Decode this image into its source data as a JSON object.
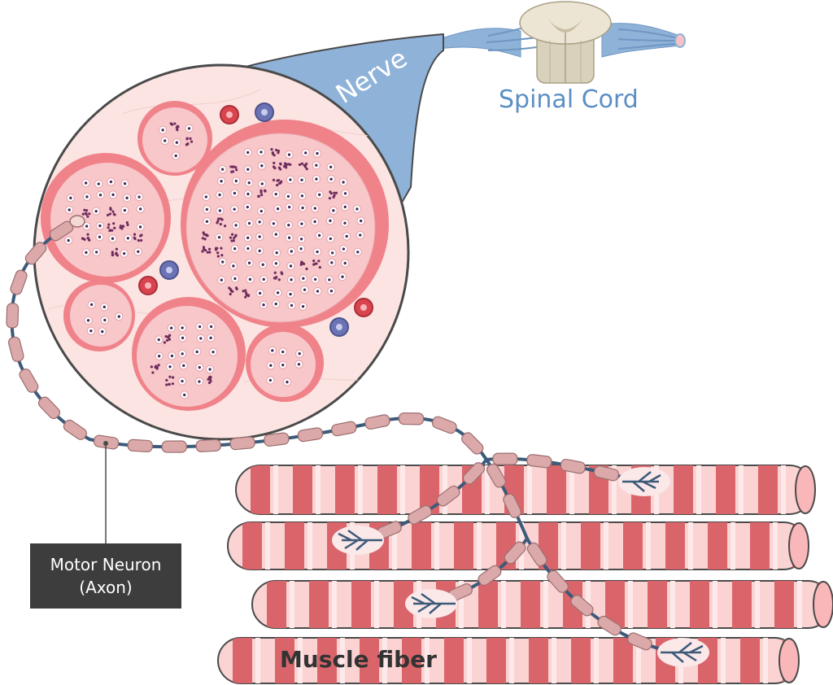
{
  "labels": {
    "spinal_cord": "Spinal Cord",
    "nerve": "Nerve",
    "muscle_fiber": "Muscle fiber",
    "motor_neuron_line1": "Motor Neuron",
    "motor_neuron_line2": "(Axon)"
  },
  "colors": {
    "nerve_blue": "#8fb2d8",
    "nerve_outline": "#4a4a4a",
    "fascicle_pink": "#f7c9cb",
    "perineurium_red": "#f0828a",
    "muscle_dark_band": "#d9656b",
    "muscle_light_band": "#fbd3d3",
    "myelin": "#dba9a9",
    "axon": "#3c5a7a",
    "spinal_grey": "#e8e1cf",
    "callout_bg": "#3d3d3d"
  }
}
